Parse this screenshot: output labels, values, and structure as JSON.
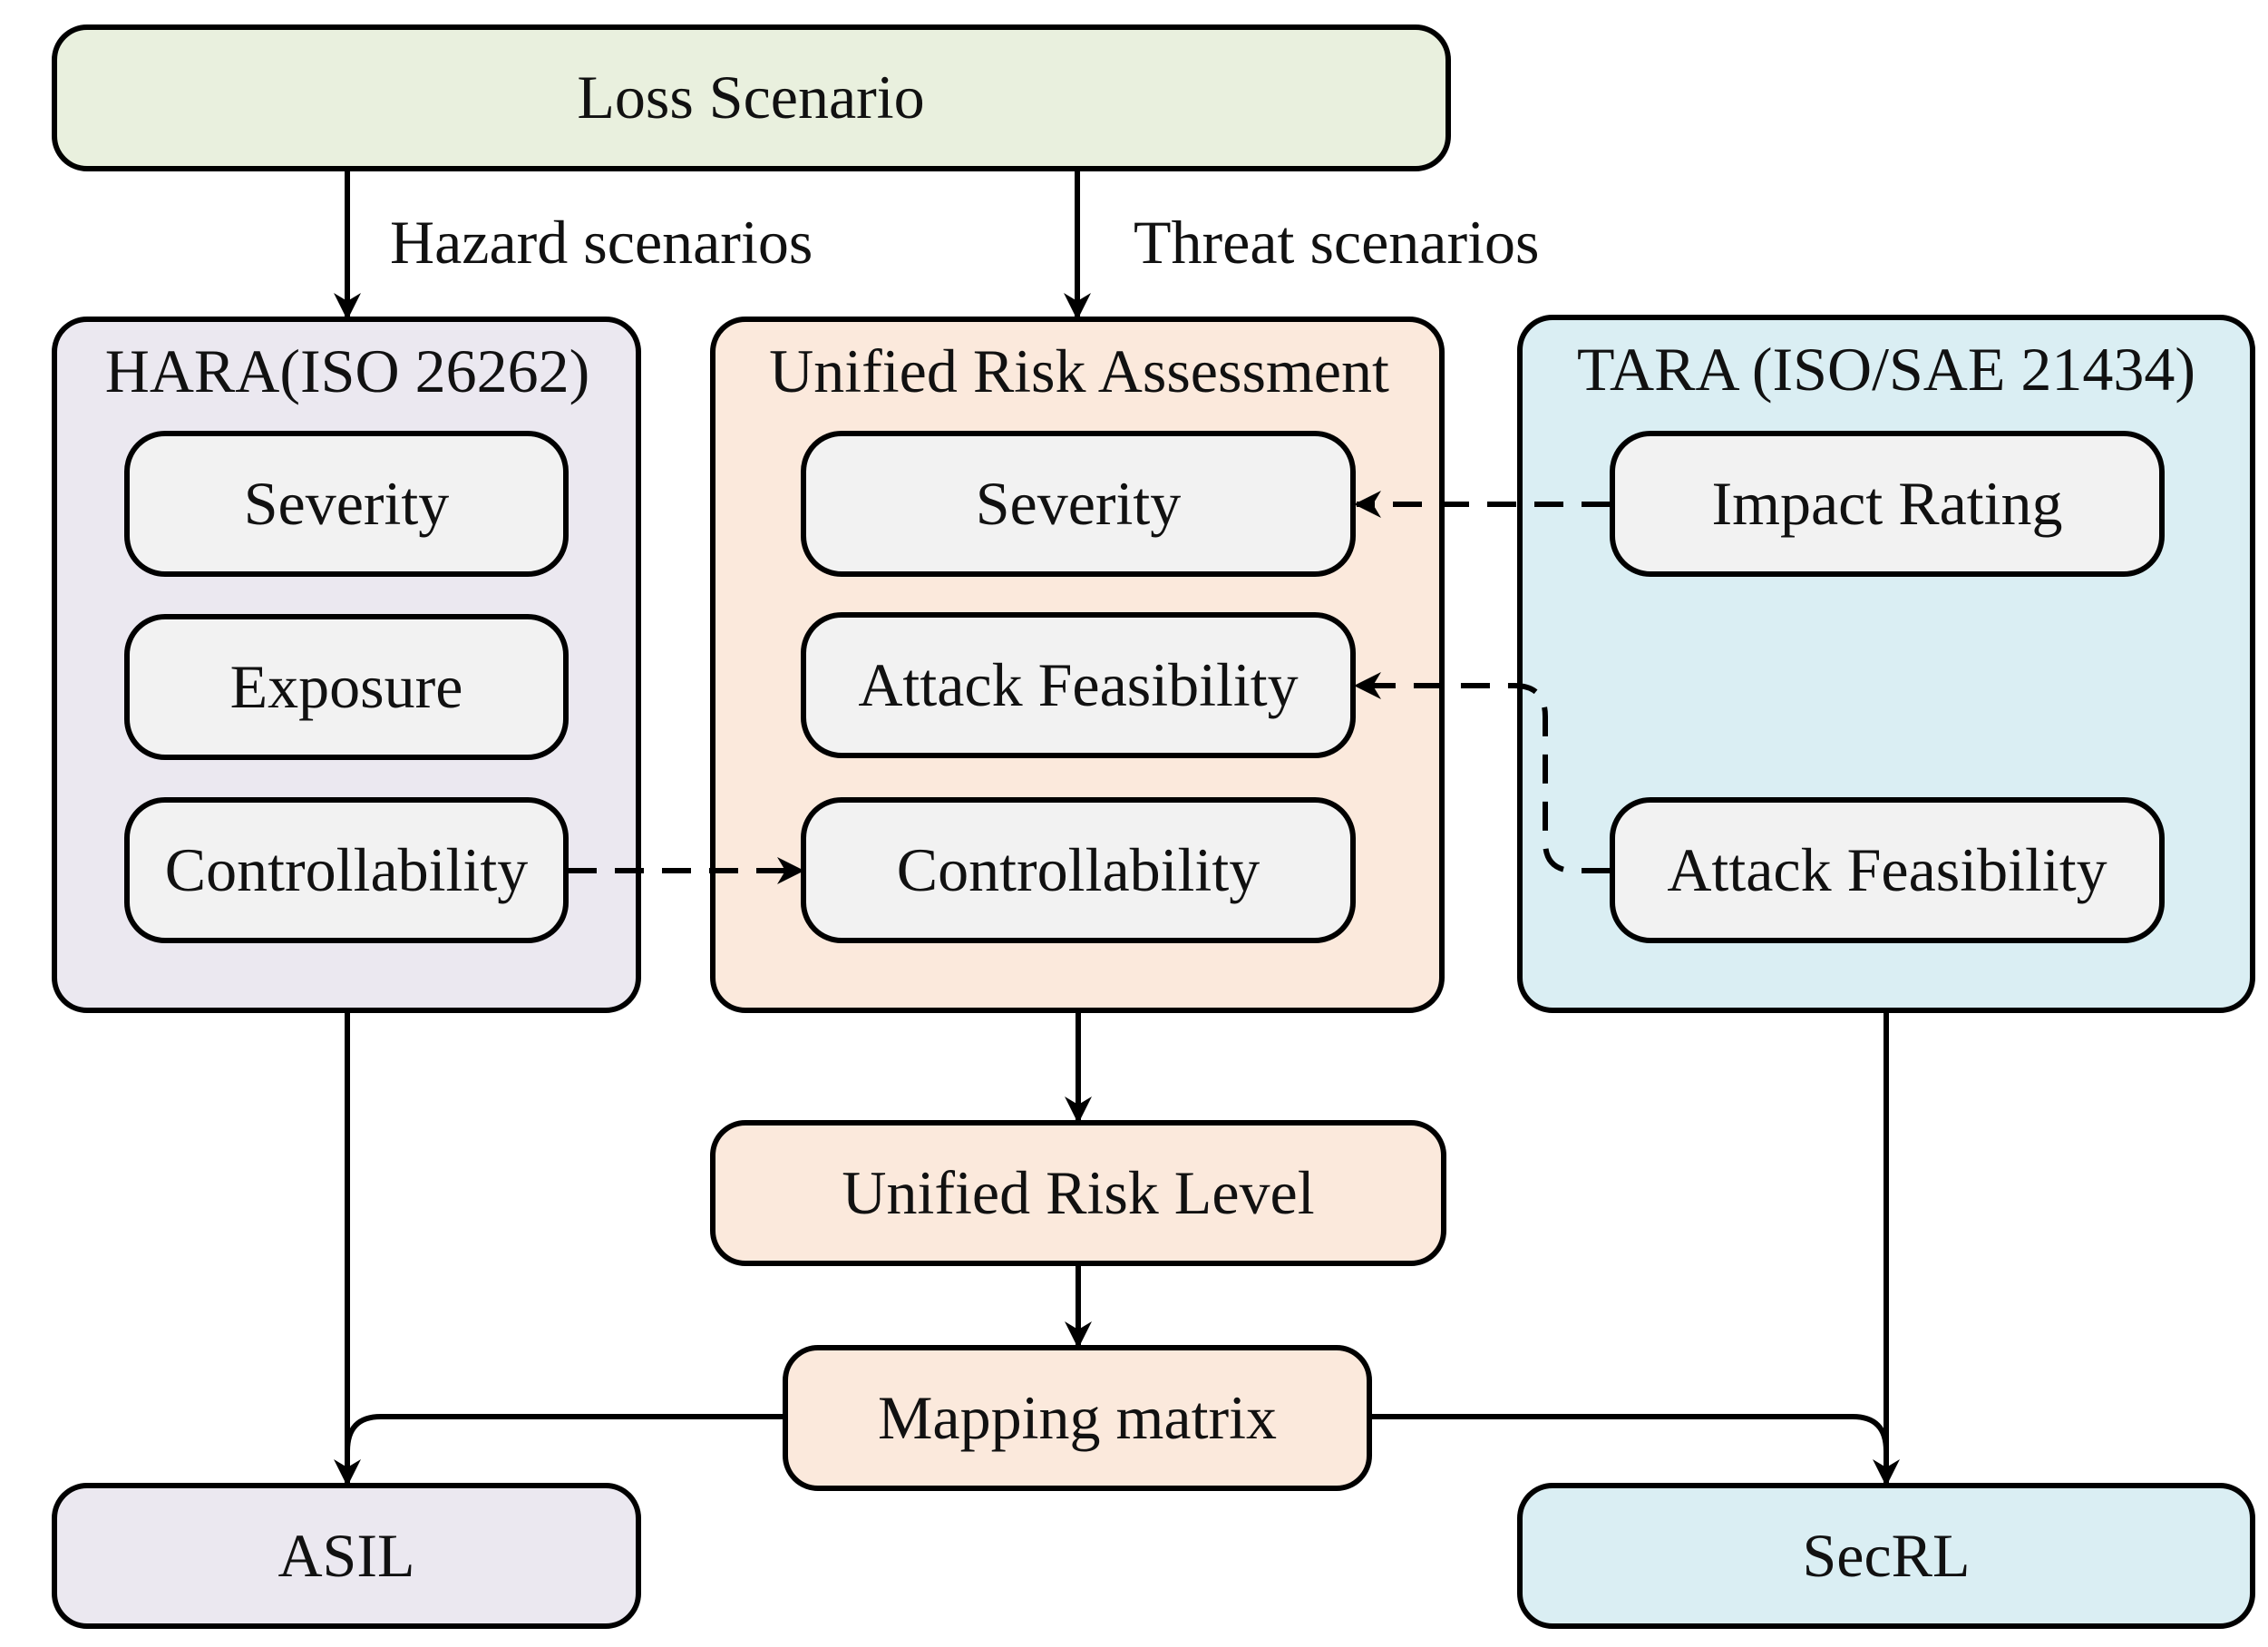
{
  "loss_scenario": {
    "label": "Loss Scenario",
    "color": "#e9f0de"
  },
  "flows": {
    "hazard": "Hazard scenarios",
    "threat": "Threat scenarios"
  },
  "hara": {
    "title": "HARA(ISO 26262)",
    "color": "#ebe8f0",
    "items": [
      "Severity",
      "Exposure",
      "Controllability"
    ]
  },
  "unified": {
    "title": "Unified Risk Assessment",
    "color": "#fbe9dc",
    "items": [
      "Severity",
      "Attack Feasibility",
      "Controllability"
    ]
  },
  "tara": {
    "title": "TARA (ISO/SAE 21434)",
    "color": "#daeef3",
    "items": [
      "Impact Rating",
      "Attack Feasibility"
    ]
  },
  "unified_risk_level": {
    "label": "Unified Risk Level"
  },
  "mapping_matrix": {
    "label": "Mapping matrix"
  },
  "asil": {
    "label": "ASIL"
  },
  "secrl": {
    "label": "SecRL"
  },
  "inner_box_color": "#f2f2f2",
  "stroke_color": "#000000"
}
